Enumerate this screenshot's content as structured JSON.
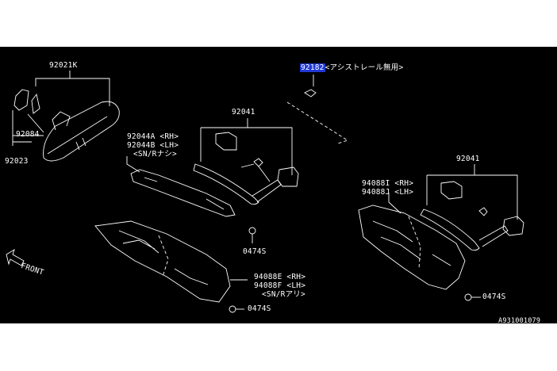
{
  "diagram": {
    "labels": {
      "mirror_part": "92021K",
      "clip_part": "92084",
      "cover_part": "92023",
      "clip2_part": "92182",
      "clip2_note": "<アシストレール無用>",
      "rail_left": "92041",
      "rail_right": "92041",
      "trim_rh": "92044A <RH>",
      "trim_lh": "92044B <LH>",
      "trim_note": "<SN/Rナシ>",
      "screw_1": "0474S",
      "screw_2": "0474S",
      "screw_3": "0474S",
      "pillar_left_rh": "94088E <RH>",
      "pillar_left_lh": "94088F <LH>",
      "pillar_left_note": "<SN/Rアリ>",
      "pillar_right_rh": "94088I <RH>",
      "pillar_right_lh": "94088J <LH>",
      "front": "FRONT",
      "catalog_code": "A931001079"
    }
  }
}
